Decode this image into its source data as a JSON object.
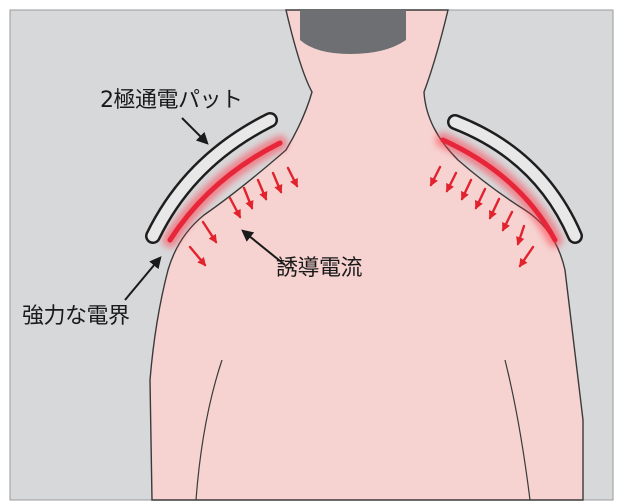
{
  "labels": {
    "pad": "2極通電パット",
    "induced_current": "誘導電流",
    "strong_field": "強力な電界"
  },
  "colors": {
    "background": "#d7d8da",
    "body": "#f6d3d1",
    "body_outline": "#3a3a3a",
    "head": "#6e6f72",
    "pad_fill": "#e8e8e8",
    "pad_outline": "#1e1e1e",
    "field_glow": "#e8263a",
    "arrow": "#e2232e"
  }
}
